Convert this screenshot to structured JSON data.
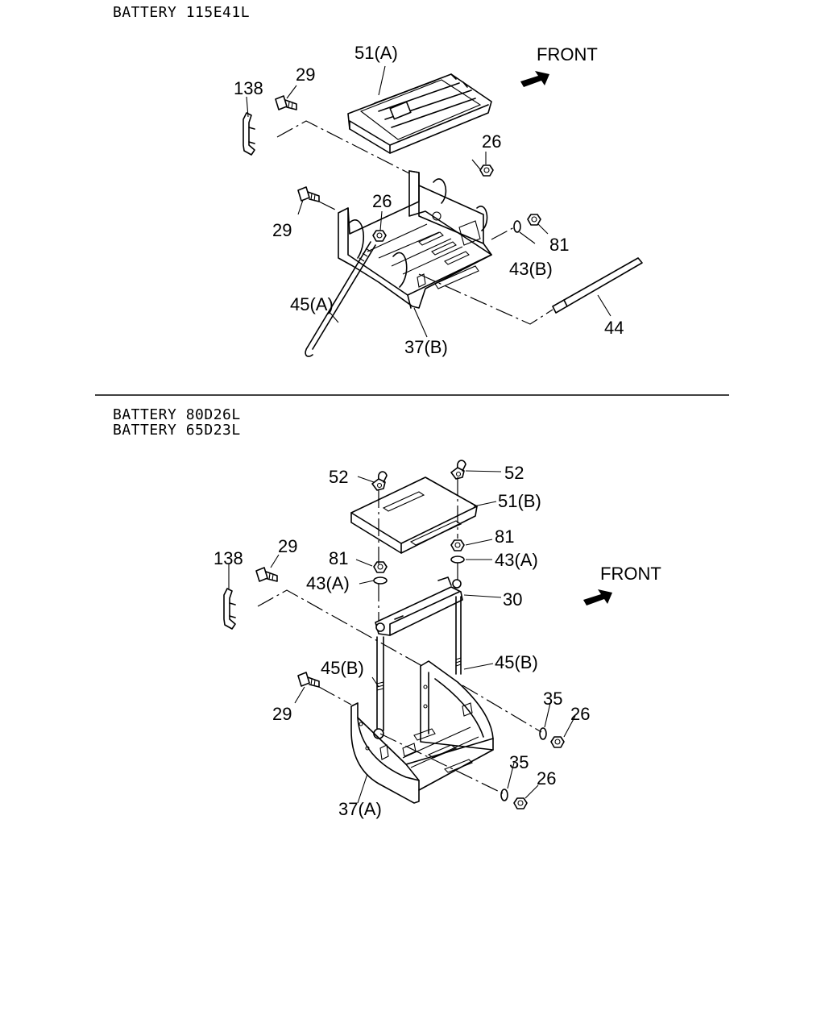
{
  "sections": [
    {
      "titles": [
        "BATTERY 115E41L"
      ],
      "front_label": "FRONT",
      "callouts": {
        "c138": "138",
        "c29a": "29",
        "c51a": "51(A)",
        "c26a": "26",
        "c29b": "29",
        "c26b": "26",
        "c81": "81",
        "c43b": "43(B)",
        "c45a": "45(A)",
        "c44": "44",
        "c37b": "37(B)"
      }
    },
    {
      "titles": [
        "BATTERY 80D26L",
        "BATTERY 65D23L"
      ],
      "front_label": "FRONT",
      "callouts": {
        "c52a": "52",
        "c52b": "52",
        "c51b": "51(B)",
        "c138": "138",
        "c29a": "29",
        "c81a": "81",
        "c81b": "81",
        "c43a1": "43(A)",
        "c43a2": "43(A)",
        "c30": "30",
        "c45b1": "45(B)",
        "c45b2": "45(B)",
        "c35a": "35",
        "c26a": "26",
        "c29b": "29",
        "c35b": "35",
        "c26b": "26",
        "c37a": "37(A)"
      }
    }
  ]
}
